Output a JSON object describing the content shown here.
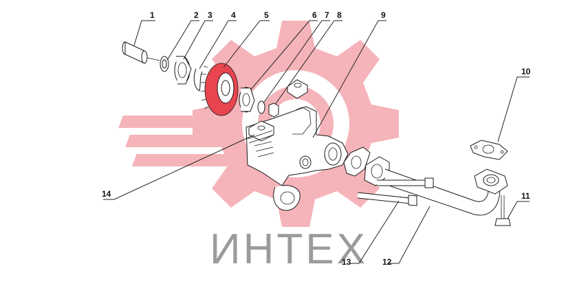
{
  "watermark": {
    "brand_text": "ИНТЕХ",
    "logo_color": "#f4a7ad",
    "text_color": "#9b9b9b"
  },
  "colors": {
    "gear": "#e8454f",
    "line": "#1a1a1a"
  },
  "callouts": [
    {
      "id": "1",
      "label": "1"
    },
    {
      "id": "2",
      "label": "2"
    },
    {
      "id": "3",
      "label": "3"
    },
    {
      "id": "4",
      "label": "4"
    },
    {
      "id": "5",
      "label": "5"
    },
    {
      "id": "6",
      "label": "6"
    },
    {
      "id": "7",
      "label": "7"
    },
    {
      "id": "8",
      "label": "8"
    },
    {
      "id": "9",
      "label": "9"
    },
    {
      "id": "10",
      "label": "10"
    },
    {
      "id": "11",
      "label": "11"
    },
    {
      "id": "12",
      "label": "12"
    },
    {
      "id": "13",
      "label": "13"
    },
    {
      "id": "14",
      "label": "14"
    }
  ]
}
